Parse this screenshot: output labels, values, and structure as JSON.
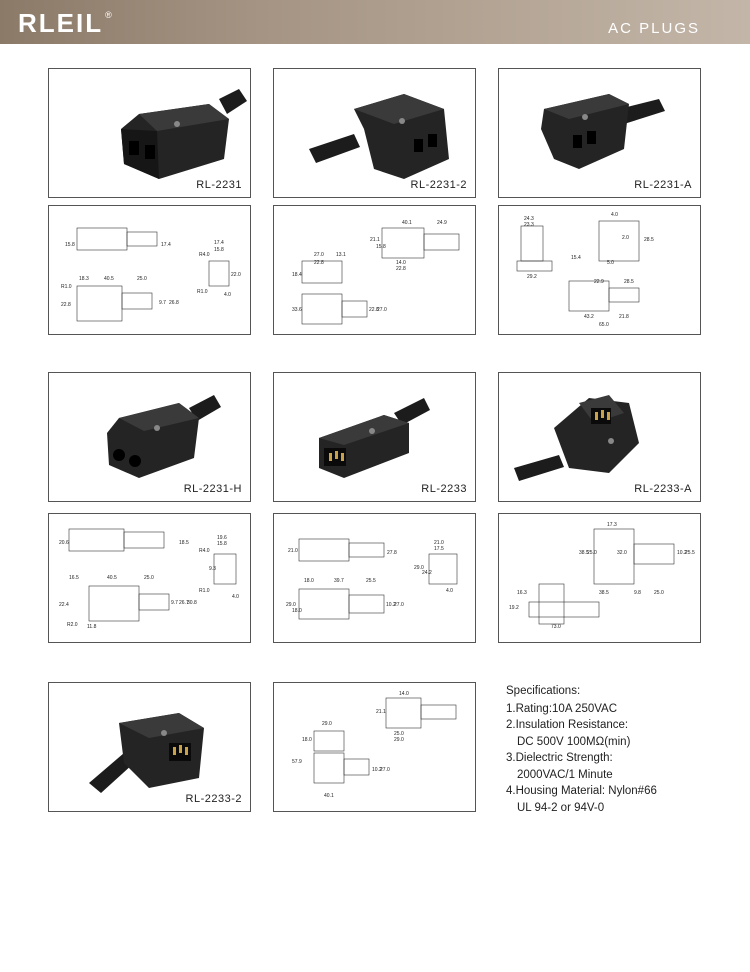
{
  "header": {
    "brand": "RLEIL",
    "brand_mark": "®",
    "section_title": "AC PLUGS"
  },
  "products": [
    {
      "model": "RL-2231"
    },
    {
      "model": "RL-2231-2"
    },
    {
      "model": "RL-2231-A"
    },
    {
      "model": "RL-2231-H"
    },
    {
      "model": "RL-2233"
    },
    {
      "model": "RL-2233-A"
    },
    {
      "model": "RL-2233-2"
    }
  ],
  "drawings": {
    "d2231": [
      "15.8",
      "17.4",
      "18.3",
      "40.5",
      "25.0",
      "R4.0",
      "15.8",
      "22.0",
      "R1.0",
      "22.8",
      "9.7",
      "26.8",
      "R1.0",
      "4.0",
      "17.4"
    ],
    "d2231_2": [
      "40.1",
      "24.9",
      "27.0",
      "13.1",
      "22.8",
      "18.4",
      "14.0",
      "22.8",
      "33.6",
      "22.8",
      "27.0",
      "21.1",
      "15.8"
    ],
    "d2231_A": [
      "24.3",
      "23.3",
      "4.0",
      "28.5",
      "29.2",
      "15.4",
      "22.9",
      "28.5",
      "43.2",
      "21.8",
      "65.0",
      "2.0",
      "5.0"
    ],
    "d2231_H": [
      "20.6",
      "18.5",
      "19.6",
      "15.8",
      "R4.0",
      "9.3",
      "16.5",
      "40.5",
      "25.0",
      "R1.0",
      "22.4",
      "9.7",
      "26.7",
      "30.8",
      "R2.0",
      "11.8",
      "4.0"
    ],
    "d2233": [
      "21.0",
      "21.0",
      "17.5",
      "27.8",
      "18.0",
      "39.7",
      "25.5",
      "29.0",
      "24.2",
      "29.0",
      "18.0",
      "10.2",
      "27.0",
      "4.0"
    ],
    "d2233_A": [
      "17.3",
      "38.5",
      "25.0",
      "32.0",
      "10.2",
      "25.5",
      "38.5",
      "9.8",
      "25.0",
      "19.2",
      "16.3",
      "73.0"
    ],
    "d2233_2": [
      "14.0",
      "21.1",
      "25.0",
      "29.0",
      "29.0",
      "18.0",
      "57.9",
      "10.2",
      "27.0",
      "40.1"
    ]
  },
  "specs": {
    "title": "Specifications:",
    "lines": [
      "1.Rating:10A 250VAC",
      "2.Insulation Resistance:",
      "DC 500V  100MΩ(min)",
      "3.Dielectric Strength:",
      "2000VAC/1 Minute",
      "4.Housing Material: Nylon#66",
      "UL 94-2 or 94V-0"
    ]
  },
  "colors": {
    "header_start": "#8c7a69",
    "header_end": "#c3b6a8",
    "plug_body": "#1c1c1c",
    "border": "#555555"
  },
  "icons": {
    "plug": "black-ac-plug-photo",
    "drawing": "technical-dimension-drawing"
  }
}
